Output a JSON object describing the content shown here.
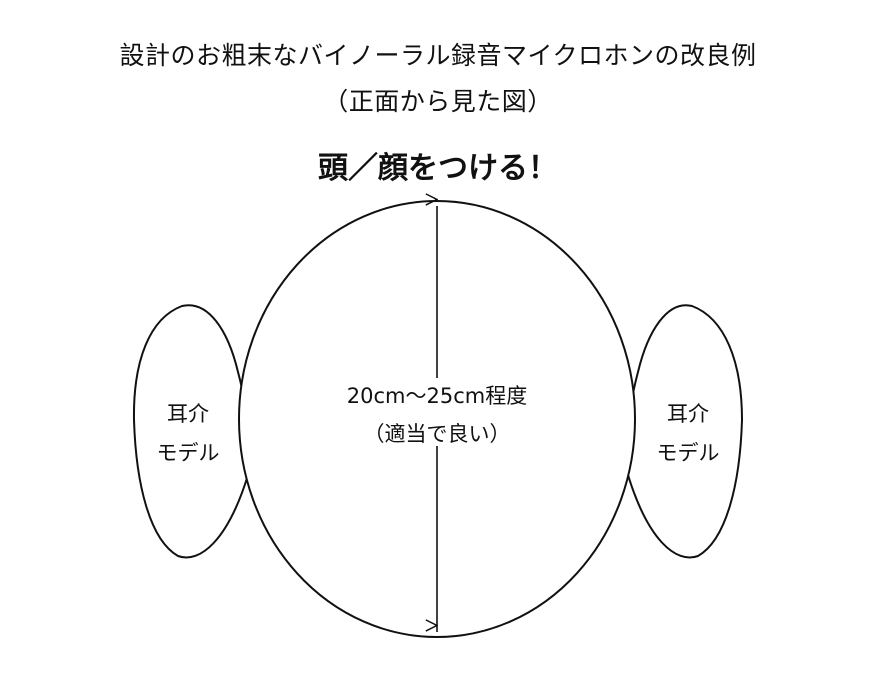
{
  "title": {
    "main": "設計のお粗末なバイノーラル録音マイクロホンの改良例",
    "sub": "（正面から見た図）"
  },
  "heading": "頭／顔をつける！",
  "head": {
    "dimension_label": "20cm～25cm程度",
    "dimension_note": "（適当で良い）"
  },
  "left_ear": {
    "label_line1": "耳介",
    "label_line2": "モデル"
  },
  "right_ear": {
    "label_line1": "耳介",
    "label_line2": "モデル"
  }
}
